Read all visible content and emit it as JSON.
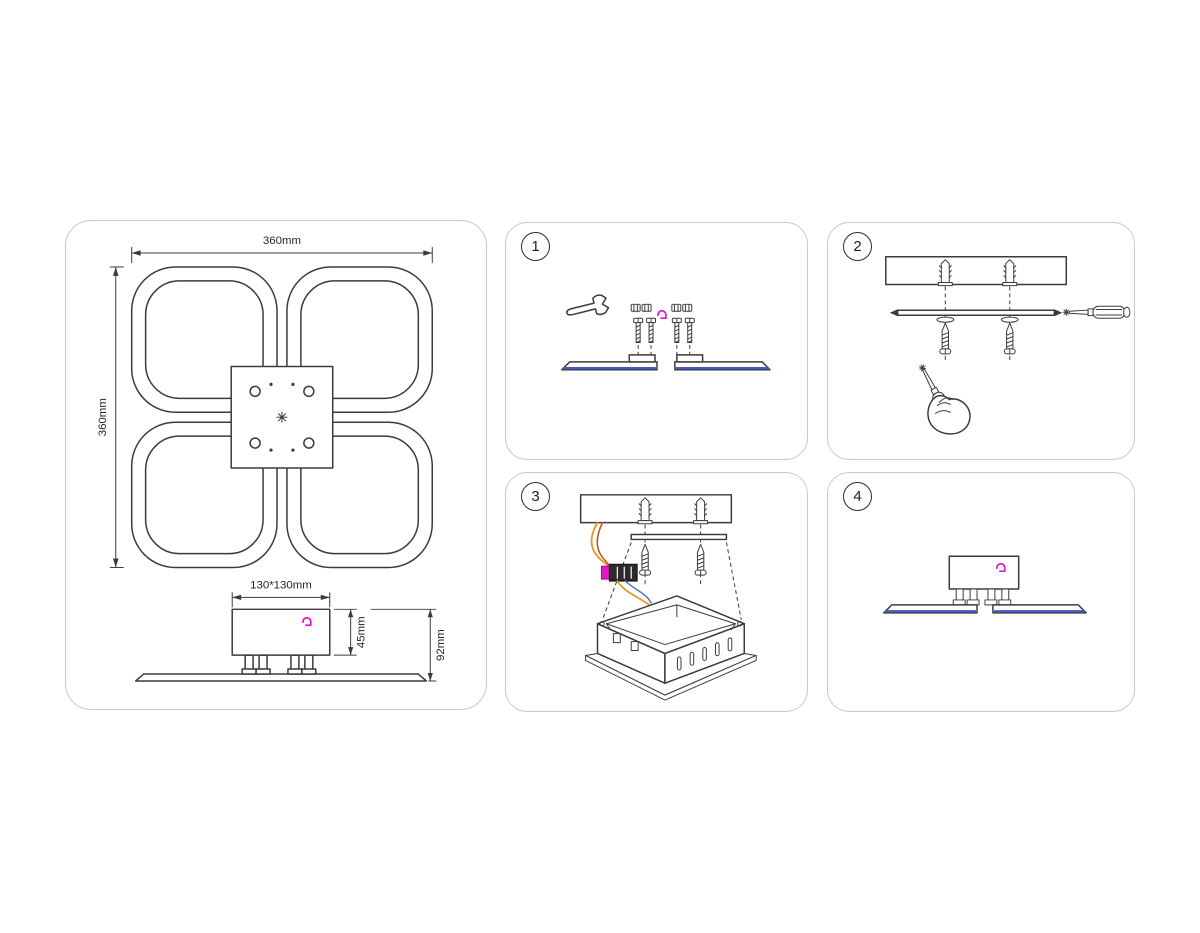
{
  "dimension_panel": {
    "top_width": "360mm",
    "side_height": "360mm",
    "plate_size": "130*130mm",
    "driver_height": "45mm",
    "total_height": "92mm"
  },
  "steps": [
    {
      "number": "1"
    },
    {
      "number": "2"
    },
    {
      "number": "3"
    },
    {
      "number": "4"
    }
  ],
  "colors": {
    "line": "#3b3b3b",
    "panel_border": "#c9c9c9",
    "led_strip_blue": "#4556c9",
    "connector_pink": "#e617c8",
    "wire_orange": "#e8971e",
    "wire_brown": "#b05a1e",
    "wire_blue": "#5f7fc0"
  }
}
